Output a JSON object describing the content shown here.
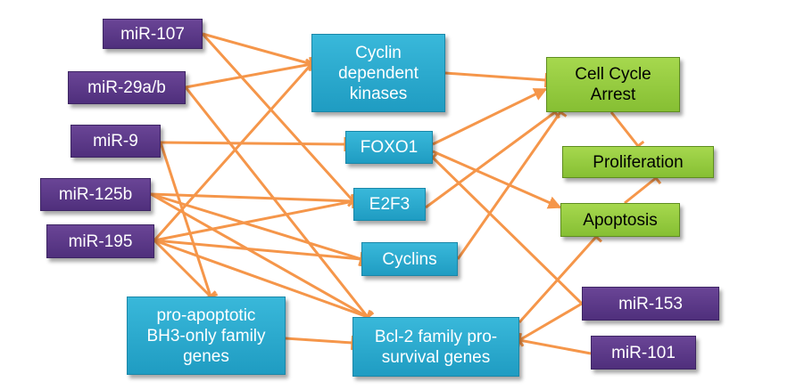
{
  "colors": {
    "edge": "#f5964a",
    "mirna_fill": "#5b3a89",
    "gene_fill": "#26a9d0",
    "outcome_fill": "#92c83e"
  },
  "nodes": {
    "mir_107": "miR-107",
    "mir_29ab": "miR-29a/b",
    "mir_9": "miR-9",
    "mir_125b": "miR-125b",
    "mir_195": "miR-195",
    "mir_153": "miR-153",
    "mir_101": "miR-101",
    "cdk": "Cyclin\ndependent\nkinases",
    "foxo1": "FOXO1",
    "e2f3": "E2F3",
    "cyclins": "Cyclins",
    "bh3": "pro-apoptotic\nBH3-only family\ngenes",
    "bcl2": "Bcl-2 family pro-\nsurvival genes",
    "arrest": "Cell Cycle\nArrest",
    "proliferation": "Proliferation",
    "apoptosis": "Apoptosis"
  },
  "edges": [
    {
      "from": "mir_107",
      "to": "cdk",
      "type": "inhibit"
    },
    {
      "from": "mir_107",
      "to": "e2f3",
      "type": "inhibit"
    },
    {
      "from": "mir_29ab",
      "to": "cdk",
      "type": "inhibit"
    },
    {
      "from": "mir_29ab",
      "to": "bcl2",
      "type": "inhibit"
    },
    {
      "from": "mir_9",
      "to": "foxo1",
      "type": "inhibit"
    },
    {
      "from": "mir_9",
      "to": "bh3",
      "type": "inhibit"
    },
    {
      "from": "mir_125b",
      "to": "e2f3",
      "type": "inhibit"
    },
    {
      "from": "mir_125b",
      "to": "cyclins",
      "type": "inhibit"
    },
    {
      "from": "mir_125b",
      "to": "bcl2",
      "type": "inhibit"
    },
    {
      "from": "mir_195",
      "to": "e2f3",
      "type": "inhibit"
    },
    {
      "from": "mir_195",
      "to": "cyclins",
      "type": "inhibit"
    },
    {
      "from": "mir_195",
      "to": "cdk",
      "type": "inhibit"
    },
    {
      "from": "mir_195",
      "to": "bcl2",
      "type": "inhibit"
    },
    {
      "from": "mir_195",
      "to": "bh3",
      "type": "inhibit"
    },
    {
      "from": "mir_153",
      "to": "foxo1",
      "type": "inhibit"
    },
    {
      "from": "mir_153",
      "to": "bcl2",
      "type": "inhibit"
    },
    {
      "from": "mir_101",
      "to": "bcl2",
      "type": "inhibit"
    },
    {
      "from": "bh3",
      "to": "bcl2",
      "type": "inhibit"
    },
    {
      "from": "cdk",
      "to": "arrest",
      "type": "inhibit"
    },
    {
      "from": "foxo1",
      "to": "arrest",
      "type": "activate"
    },
    {
      "from": "foxo1",
      "to": "apoptosis",
      "type": "activate"
    },
    {
      "from": "e2f3",
      "to": "arrest",
      "type": "inhibit"
    },
    {
      "from": "cyclins",
      "to": "arrest",
      "type": "inhibit"
    },
    {
      "from": "bcl2",
      "to": "apoptosis",
      "type": "inhibit"
    },
    {
      "from": "arrest",
      "to": "proliferation",
      "type": "inhibit"
    },
    {
      "from": "apoptosis",
      "to": "proliferation",
      "type": "inhibit"
    }
  ]
}
